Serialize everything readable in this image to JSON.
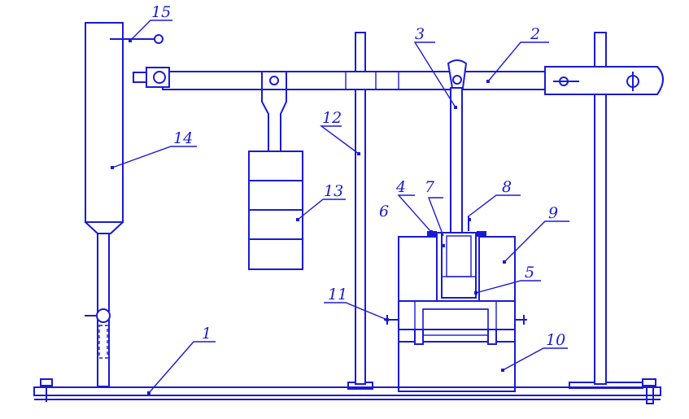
{
  "labels": {
    "l1": "1",
    "l2": "2",
    "l3": "3",
    "l4": "4",
    "l5": "5",
    "l6": "6",
    "l7": "7",
    "l8": "8",
    "l9": "9",
    "l10": "10",
    "l11": "11",
    "l12": "12",
    "l13": "13",
    "l14": "14",
    "l15": "15"
  },
  "colors": {
    "line": "#1a1ad6",
    "background": "#ffffff"
  }
}
